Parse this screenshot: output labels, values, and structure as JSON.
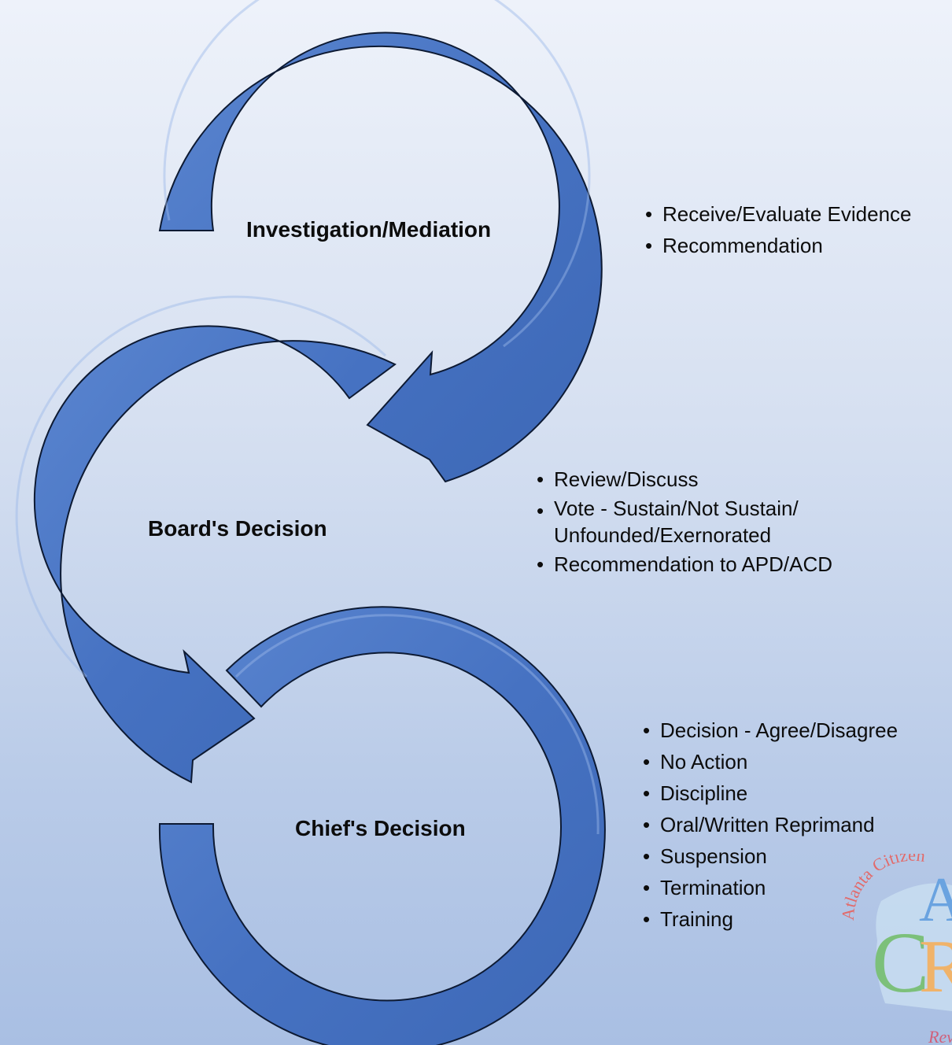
{
  "stages": [
    {
      "label": "Investigation/Mediation",
      "bullets": [
        "Receive/Evaluate Evidence",
        "Recommendation"
      ]
    },
    {
      "label": "Board's Decision",
      "bullets": [
        "Review/Discuss",
        "Vote - Sustain/Not Sustain/ Unfounded/Exernorated",
        "Recommendation to APD/ACD"
      ]
    },
    {
      "label": "Chief's Decision",
      "bullets": [
        "Decision - Agree/Disagree",
        "No Action",
        "Discipline",
        "Oral/Written Reprimand",
        "Suspension",
        "Termination",
        "Training"
      ]
    }
  ],
  "logo": {
    "text_arc": "Atlanta Citizen",
    "letters": [
      "A",
      "C",
      "R"
    ],
    "text_bottom": "Rev"
  },
  "colors": {
    "arrow_fill": "#4a78c6",
    "arrow_stroke": "#0d1a33",
    "highlight": "#8fb0e4"
  }
}
